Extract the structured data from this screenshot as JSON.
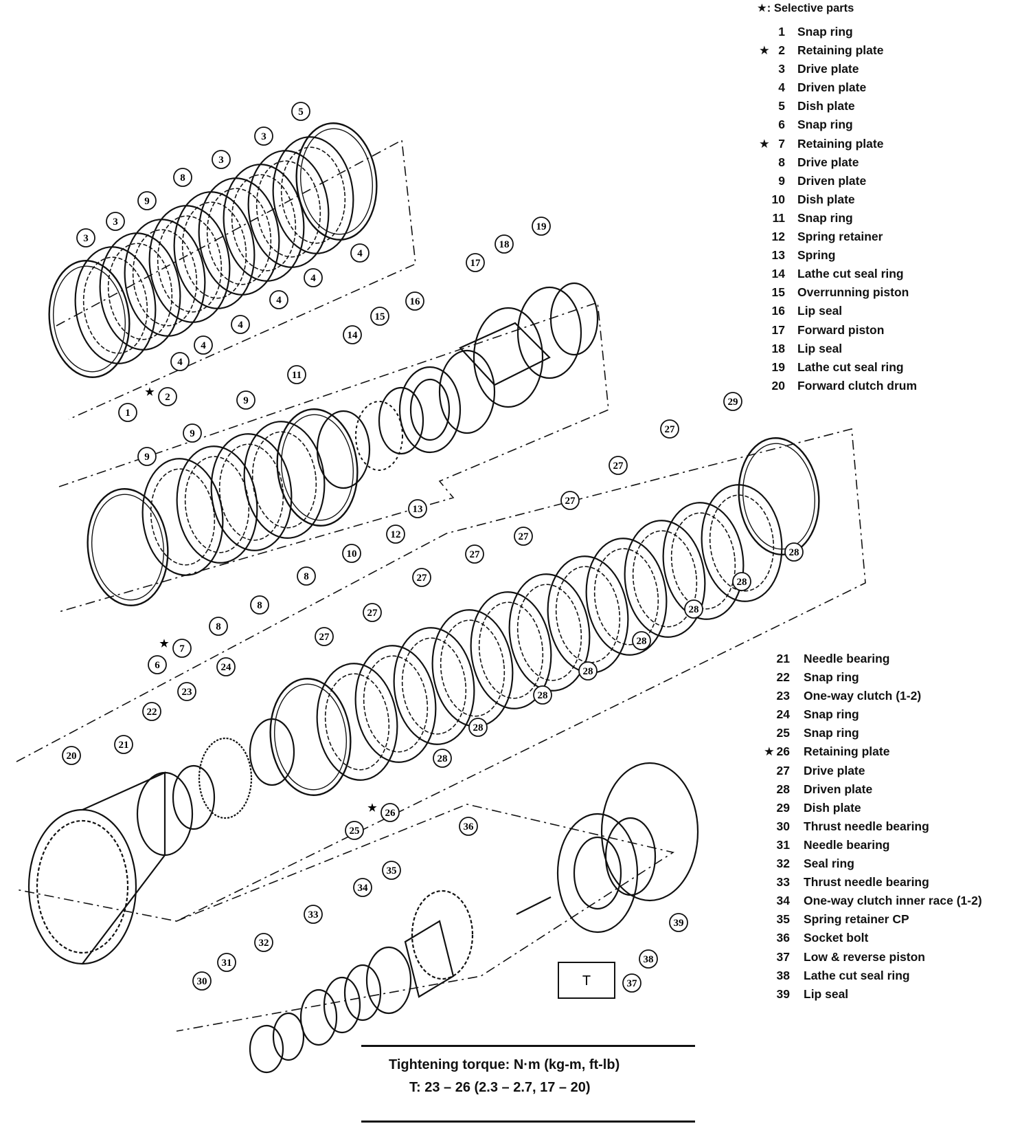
{
  "selective_note": "★: Selective parts",
  "legend_upper": [
    {
      "n": "1",
      "name": "Snap ring",
      "sel": false
    },
    {
      "n": "2",
      "name": "Retaining plate",
      "sel": true
    },
    {
      "n": "3",
      "name": "Drive plate",
      "sel": false
    },
    {
      "n": "4",
      "name": "Driven plate",
      "sel": false
    },
    {
      "n": "5",
      "name": "Dish plate",
      "sel": false
    },
    {
      "n": "6",
      "name": "Snap ring",
      "sel": false
    },
    {
      "n": "7",
      "name": "Retaining plate",
      "sel": true
    },
    {
      "n": "8",
      "name": "Drive plate",
      "sel": false
    },
    {
      "n": "9",
      "name": "Driven plate",
      "sel": false
    },
    {
      "n": "10",
      "name": "Dish plate",
      "sel": false
    },
    {
      "n": "11",
      "name": "Snap ring",
      "sel": false
    },
    {
      "n": "12",
      "name": "Spring retainer",
      "sel": false
    },
    {
      "n": "13",
      "name": "Spring",
      "sel": false
    },
    {
      "n": "14",
      "name": "Lathe cut seal ring",
      "sel": false
    },
    {
      "n": "15",
      "name": "Overrunning piston",
      "sel": false
    },
    {
      "n": "16",
      "name": "Lip seal",
      "sel": false
    },
    {
      "n": "17",
      "name": "Forward piston",
      "sel": false
    },
    {
      "n": "18",
      "name": "Lip seal",
      "sel": false
    },
    {
      "n": "19",
      "name": "Lathe cut seal ring",
      "sel": false
    },
    {
      "n": "20",
      "name": "Forward clutch drum",
      "sel": false
    }
  ],
  "legend_lower": [
    {
      "n": "21",
      "name": "Needle bearing",
      "sel": false
    },
    {
      "n": "22",
      "name": "Snap ring",
      "sel": false
    },
    {
      "n": "23",
      "name": "One-way clutch (1-2)",
      "sel": false
    },
    {
      "n": "24",
      "name": "Snap ring",
      "sel": false
    },
    {
      "n": "25",
      "name": "Snap ring",
      "sel": false
    },
    {
      "n": "26",
      "name": "Retaining plate",
      "sel": true
    },
    {
      "n": "27",
      "name": "Drive plate",
      "sel": false
    },
    {
      "n": "28",
      "name": "Driven plate",
      "sel": false
    },
    {
      "n": "29",
      "name": "Dish plate",
      "sel": false
    },
    {
      "n": "30",
      "name": "Thrust needle bearing",
      "sel": false
    },
    {
      "n": "31",
      "name": "Needle bearing",
      "sel": false
    },
    {
      "n": "32",
      "name": "Seal ring",
      "sel": false
    },
    {
      "n": "33",
      "name": "Thrust needle bearing",
      "sel": false
    },
    {
      "n": "34",
      "name": "One-way clutch inner race (1-2)",
      "sel": false
    },
    {
      "n": "35",
      "name": "Spring retainer CP",
      "sel": false
    },
    {
      "n": "36",
      "name": "Socket bolt",
      "sel": false
    },
    {
      "n": "37",
      "name": "Low & reverse piston",
      "sel": false
    },
    {
      "n": "38",
      "name": "Lathe cut seal ring",
      "sel": false
    },
    {
      "n": "39",
      "name": "Lip seal",
      "sel": false
    }
  ],
  "selective_mark": "★",
  "torque": {
    "title": "Tightening torque:  N·m (kg-m, ft-lb)",
    "value": "T:  23 – 26 (2.3 – 2.7, 17 – 20)",
    "box_label": "T"
  },
  "callouts": [
    {
      "id": "1",
      "sel": false
    },
    {
      "id": "2",
      "sel": true
    },
    {
      "id": "3",
      "sel": false
    },
    {
      "id": "3",
      "sel": false
    },
    {
      "id": "3",
      "sel": false
    },
    {
      "id": "3",
      "sel": false
    },
    {
      "id": "4",
      "sel": false
    },
    {
      "id": "4",
      "sel": false
    },
    {
      "id": "4",
      "sel": false
    },
    {
      "id": "4",
      "sel": false
    },
    {
      "id": "4",
      "sel": false
    },
    {
      "id": "4",
      "sel": false
    },
    {
      "id": "5",
      "sel": false
    },
    {
      "id": "8",
      "sel": false
    },
    {
      "id": "9",
      "sel": false
    },
    {
      "id": "6",
      "sel": false
    },
    {
      "id": "7",
      "sel": true
    },
    {
      "id": "8",
      "sel": false
    },
    {
      "id": "8",
      "sel": false
    },
    {
      "id": "8",
      "sel": false
    },
    {
      "id": "9",
      "sel": false
    },
    {
      "id": "9",
      "sel": false
    },
    {
      "id": "9",
      "sel": false
    },
    {
      "id": "10",
      "sel": false
    },
    {
      "id": "11",
      "sel": false
    },
    {
      "id": "12",
      "sel": false
    },
    {
      "id": "13",
      "sel": false
    },
    {
      "id": "14",
      "sel": false
    },
    {
      "id": "15",
      "sel": false
    },
    {
      "id": "16",
      "sel": false
    },
    {
      "id": "17",
      "sel": false
    },
    {
      "id": "18",
      "sel": false
    },
    {
      "id": "19",
      "sel": false
    },
    {
      "id": "20",
      "sel": false
    },
    {
      "id": "21",
      "sel": false
    },
    {
      "id": "22",
      "sel": false
    },
    {
      "id": "23",
      "sel": false
    },
    {
      "id": "24",
      "sel": false
    },
    {
      "id": "25",
      "sel": false
    },
    {
      "id": "26",
      "sel": true
    },
    {
      "id": "27",
      "sel": false
    },
    {
      "id": "27",
      "sel": false
    },
    {
      "id": "27",
      "sel": false
    },
    {
      "id": "27",
      "sel": false
    },
    {
      "id": "27",
      "sel": false
    },
    {
      "id": "27",
      "sel": false
    },
    {
      "id": "27",
      "sel": false
    },
    {
      "id": "27",
      "sel": false
    },
    {
      "id": "28",
      "sel": false
    },
    {
      "id": "28",
      "sel": false
    },
    {
      "id": "28",
      "sel": false
    },
    {
      "id": "28",
      "sel": false
    },
    {
      "id": "28",
      "sel": false
    },
    {
      "id": "28",
      "sel": false
    },
    {
      "id": "28",
      "sel": false
    },
    {
      "id": "28",
      "sel": false
    },
    {
      "id": "29",
      "sel": false
    },
    {
      "id": "30",
      "sel": false
    },
    {
      "id": "31",
      "sel": false
    },
    {
      "id": "32",
      "sel": false
    },
    {
      "id": "33",
      "sel": false
    },
    {
      "id": "34",
      "sel": false
    },
    {
      "id": "35",
      "sel": false
    },
    {
      "id": "36",
      "sel": false
    },
    {
      "id": "37",
      "sel": false
    },
    {
      "id": "38",
      "sel": false
    },
    {
      "id": "39",
      "sel": false
    }
  ]
}
